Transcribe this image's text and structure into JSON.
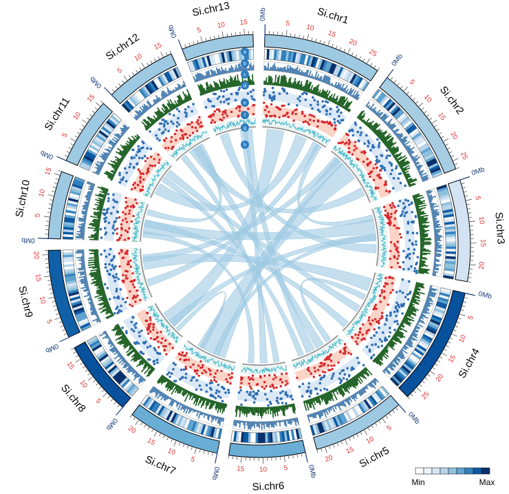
{
  "chromosomes": [
    {
      "name": "Si.chr1",
      "size": 28,
      "ticks": [
        "5",
        "10",
        "15",
        "20",
        "25"
      ],
      "ideogram": "#9ec9e2"
    },
    {
      "name": "Si.chr2",
      "size": 27,
      "ticks": [
        "5",
        "10",
        "15",
        "20",
        "25"
      ],
      "ideogram": "#a7cde3"
    },
    {
      "name": "Si.chr3",
      "size": 24,
      "ticks": [
        "5",
        "10",
        "15",
        "20"
      ],
      "ideogram": "#d3e3f3"
    },
    {
      "name": "Si.chr4",
      "size": 28,
      "ticks": [
        "5",
        "10",
        "15",
        "20",
        "25"
      ],
      "ideogram": "#08519c"
    },
    {
      "name": "Si.chr5",
      "size": 22,
      "ticks": [
        "5",
        "10",
        "15",
        "20"
      ],
      "ideogram": "#9ec9e2"
    },
    {
      "name": "Si.chr6",
      "size": 18,
      "ticks": [
        "5",
        "10",
        "15"
      ],
      "ideogram": "#6aaed6"
    },
    {
      "name": "Si.chr7",
      "size": 22,
      "ticks": [
        "5",
        "10",
        "15",
        "20"
      ],
      "ideogram": "#6aaed6"
    },
    {
      "name": "Si.chr8",
      "size": 18,
      "ticks": [
        "5",
        "10",
        "15"
      ],
      "ideogram": "#08519c"
    },
    {
      "name": "Si.chr9",
      "size": 21,
      "ticks": [
        "5",
        "10",
        "15",
        "20"
      ],
      "ideogram": "#1060a8"
    },
    {
      "name": "Si.chr10",
      "size": 16,
      "ticks": [
        "5",
        "10",
        "15"
      ],
      "ideogram": "#9ec9e2"
    },
    {
      "name": "Si.chr11",
      "size": 16,
      "ticks": [
        "5",
        "10",
        "15"
      ],
      "ideogram": "#9ec9e2"
    },
    {
      "name": "Si.chr12",
      "size": 17,
      "ticks": [
        "5",
        "10",
        "15"
      ],
      "ideogram": "#9ec9e2"
    },
    {
      "name": "Si.chr13",
      "size": 17,
      "ticks": [
        "5",
        "10",
        "15"
      ],
      "ideogram": "#9ec9e2"
    }
  ],
  "zero_label": "0Mb",
  "track_letters": [
    "a",
    "b",
    "c",
    "d",
    "e",
    "f",
    "g",
    "h"
  ],
  "legend": {
    "min": "Min",
    "max": "Max",
    "colors": [
      "#ffffff",
      "#eef4fb",
      "#d6e6f4",
      "#b7d4ea",
      "#8fc1de",
      "#5fa3d0",
      "#3181bd",
      "#0d5aa3",
      "#08306b"
    ]
  },
  "colors": {
    "link": "#9ec9e2",
    "gc_band": "#cfe3f4",
    "density": "#1b5e20",
    "snp_band": "#dbe8f5",
    "snp_points": "#2e6db3",
    "indel_band": "#fbd3c7",
    "indel_points": "#d7262b",
    "sv_line": "#3fb5c6"
  }
}
